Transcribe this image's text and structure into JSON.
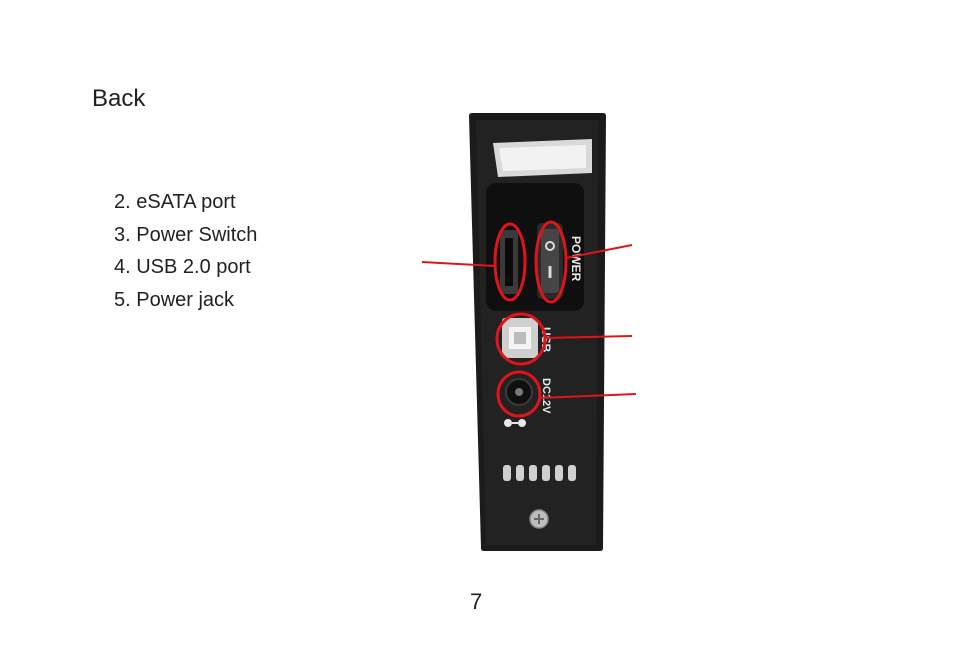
{
  "page": {
    "title": "Back",
    "items": [
      "2. eSATA port",
      "3. Power Switch",
      "4. USB 2.0 port",
      "5. Power jack"
    ],
    "page_number": "7"
  },
  "photo": {
    "printed_labels": [
      "POWER",
      "USB",
      "DC12V"
    ],
    "callout_color": "#e0151b"
  }
}
